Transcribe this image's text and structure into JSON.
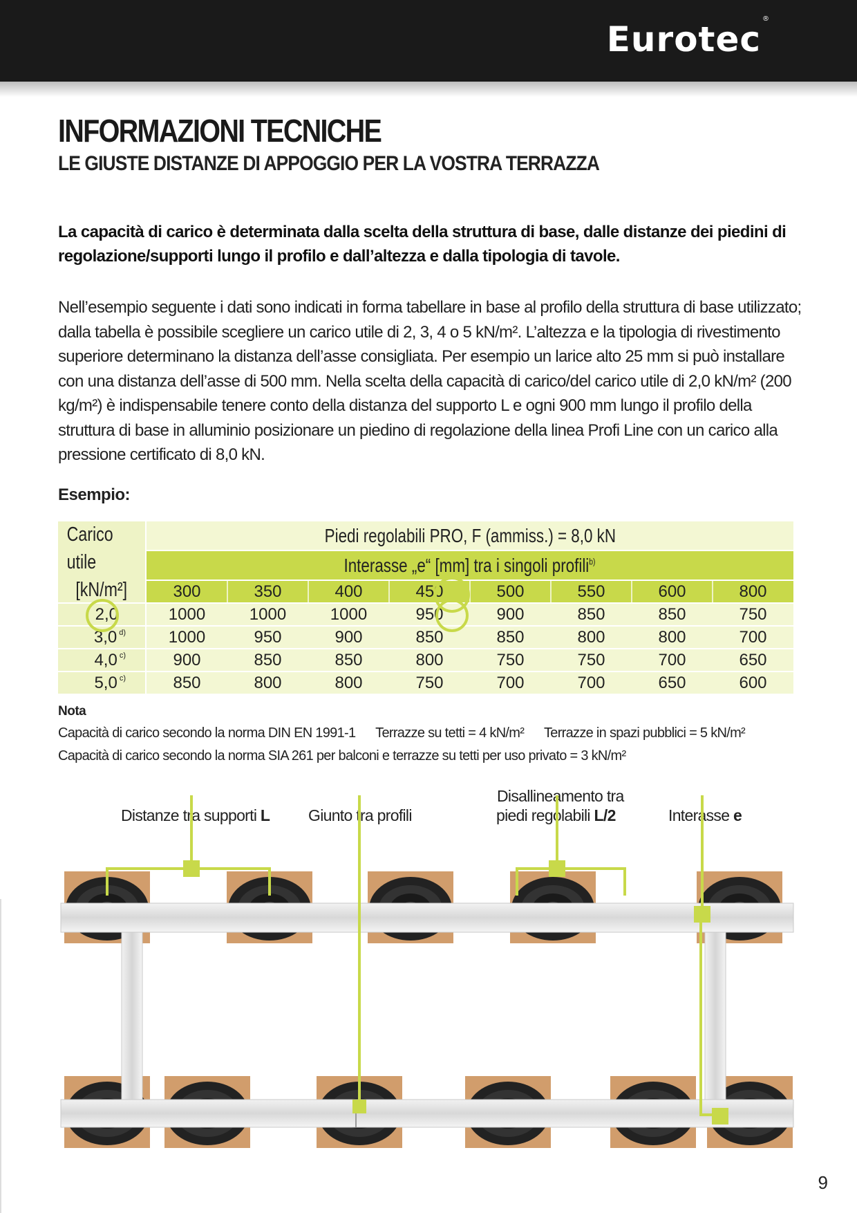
{
  "brand": {
    "logo": "Eurotec",
    "registered": "®"
  },
  "title": "INFORMAZIONI TECNICHE",
  "subtitle": "LE GIUSTE DISTANZE DI APPOGGIO PER LA VOSTRA TERRAZZA",
  "lead": "La capacità di carico è determinata dalla scelta della struttura di base, dalle distanze dei piedini di regolazione/supporti lungo il profilo e dall’altezza e dalla tipologia di tavole.",
  "body": "Nell’esempio seguente i dati sono indicati in forma tabellare in base al profilo della struttura di base utilizzato; dalla tabella è possibile scegliere un carico utile di 2, 3, 4 o 5 kN/m². L’altezza e la tipologia di rivestimento superiore determinano la distanza dell’asse consigliata. Per esempio un larice alto 25 mm si può installare con una distanza dell’asse di 500 mm. Nella scelta della capacità di carico/del carico utile di 2,0 kN/m² (200 kg/m²) è indispensabile tenere conto della distanza del supporto L e ogni 900 mm lungo il profilo della struttura di base in alluminio posizionare un piedino di regolazione della linea Profi Line con un carico alla pressione certificato di 8,0 kN.",
  "example_heading": "Esempio:",
  "table": {
    "left_header_line1": "Carico utile",
    "left_header_line2": "[kN/m²]",
    "header1": "Piedi regolabili PRO, F (ammiss.) = 8,0 kN",
    "header2": "Interasse „e“ [mm] tra i singoli profili",
    "header2_sup": "b)",
    "columns": [
      "300",
      "350",
      "400",
      "450",
      "500",
      "550",
      "600",
      "800"
    ],
    "rows": [
      {
        "load": "2,0",
        "note": "",
        "values": [
          "1000",
          "1000",
          "1000",
          "950",
          "900",
          "850",
          "850",
          "750"
        ]
      },
      {
        "load": "3,0",
        "note": "d)",
        "values": [
          "1000",
          "950",
          "900",
          "850",
          "850",
          "800",
          "800",
          "700"
        ]
      },
      {
        "load": "4,0",
        "note": "c)",
        "values": [
          "900",
          "850",
          "850",
          "800",
          "750",
          "750",
          "700",
          "650"
        ]
      },
      {
        "load": "5,0",
        "note": "c)",
        "values": [
          "850",
          "800",
          "800",
          "750",
          "700",
          "700",
          "650",
          "600"
        ]
      }
    ]
  },
  "nota": {
    "heading": "Nota",
    "line1": "Capacità di carico secondo la norma DIN EN 1991-1      Terrazze su tetti = 4 kN/m²      Terrazze in spazi pubblici = 5 kN/m²",
    "line2": "Capacità di carico secondo la norma SIA 261 per balconi e terrazze su tetti per uso privato = 3 kN/m²"
  },
  "diagram_labels": {
    "supports_text": "Distanze tra supporti ",
    "supports_bold": "L",
    "joint": "Giunto tra profili",
    "misalign_line1": "Disallineamento tra",
    "misalign_line2_text": "piedi regolabili ",
    "misalign_line2_bold": "L/2",
    "spacing_text": "Interasse ",
    "spacing_bold": "e"
  },
  "colors": {
    "accent": "#c8d94a",
    "light": "#f3f7d3",
    "header": "#1a1a1a"
  },
  "page_number": "9"
}
